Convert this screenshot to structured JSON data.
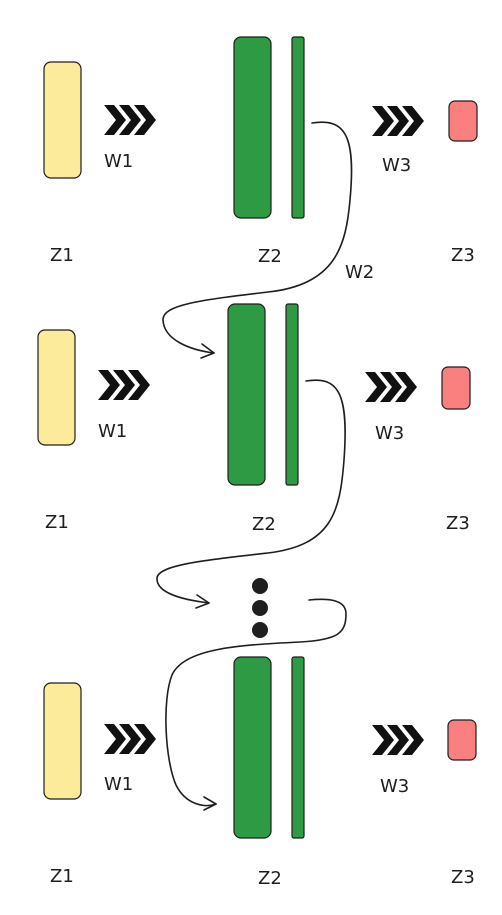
{
  "colors": {
    "z1": "#fceb9b",
    "z2": "#2f9a44",
    "z3": "#fa8080",
    "chevron": "#111111",
    "ink": "#1e1e1e"
  },
  "rows": [
    {
      "z1": "Z1",
      "w1": "W1",
      "z2": "Z2",
      "w2": "W2",
      "w3": "W3",
      "z3": "Z3"
    },
    {
      "z1": "Z1",
      "w1": "W1",
      "z2": "Z2",
      "w3": "W3",
      "z3": "Z3"
    },
    {
      "z1": "Z1",
      "w1": "W1",
      "z2": "Z2",
      "w3": "W3",
      "z3": "Z3"
    }
  ],
  "ellipsis": {
    "icon": "vertical-ellipsis-icon",
    "dots": 3
  }
}
